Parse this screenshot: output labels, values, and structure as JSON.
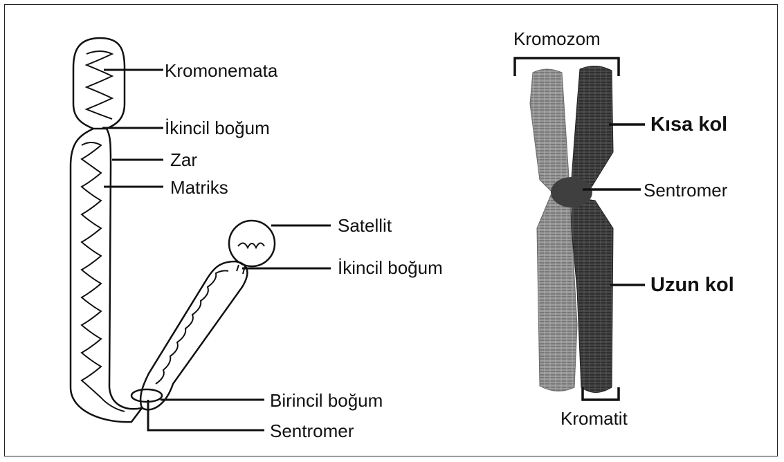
{
  "left_diagram": {
    "labels": {
      "kromonemata": "Kromonemata",
      "ikincil_bogum_top": "İkincil boğum",
      "zar": "Zar",
      "matriks": "Matriks",
      "satellit": "Satellit",
      "ikincil_bogum_right": "İkincil boğum",
      "birincil_bogum": "Birincil boğum",
      "sentromer": "Sentromer"
    }
  },
  "right_diagram": {
    "labels": {
      "kromozom": "Kromozom",
      "kisa_kol": "Kısa kol",
      "sentromer": "Sentromer",
      "uzun_kol": "Uzun kol",
      "kromatit": "Kromatit"
    }
  },
  "colors": {
    "outline": "#111111",
    "light_chromatid": "#8c8c8c",
    "dark_chromatid": "#3a3a3a",
    "background": "#ffffff"
  }
}
